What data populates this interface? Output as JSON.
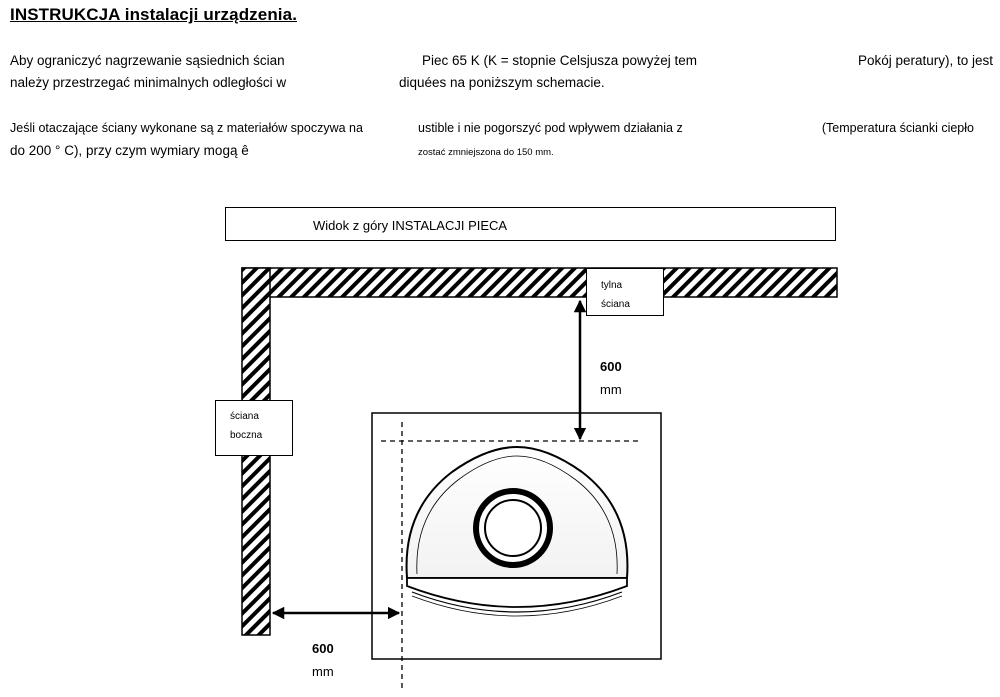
{
  "document": {
    "title": "INSTRUKCJA instalacji urządzenia.",
    "paragraph1": {
      "col1_line1": "Aby ograniczyć nagrzewanie sąsiednich ścian",
      "col1_line2": "należy przestrzegać minimalnych odległości w",
      "col2_line1": "Piec 65 K (K = stopnie Celsjusza powyżej tem",
      "col2_line2": "diquées na poniższym schemacie.",
      "col3_line1": "Pokój peratury), to jest"
    },
    "paragraph2": {
      "col1_line1": "Jeśli otaczające ściany wykonane są z materiałów spoczywa na",
      "col1_line2": "do 200 ° C), przy czym wymiary mogą ê",
      "col2_line1": "ustible i nie pogorszyć pod wpływem działania z",
      "col2_line2": "zostać zmniejszona do 150 mm.",
      "col3_line1": "(Temperatura ścianki ciepło"
    }
  },
  "diagram": {
    "header": "Widok z góry INSTALACJI PIECA",
    "back_wall_label_line1": "tylna",
    "back_wall_label_line2": "ściana",
    "side_wall_label_line1": "ściana",
    "side_wall_label_line2": "boczna",
    "back_distance_value": "600",
    "back_distance_unit": "mm",
    "side_distance_value": "600",
    "side_distance_unit": "mm"
  }
}
